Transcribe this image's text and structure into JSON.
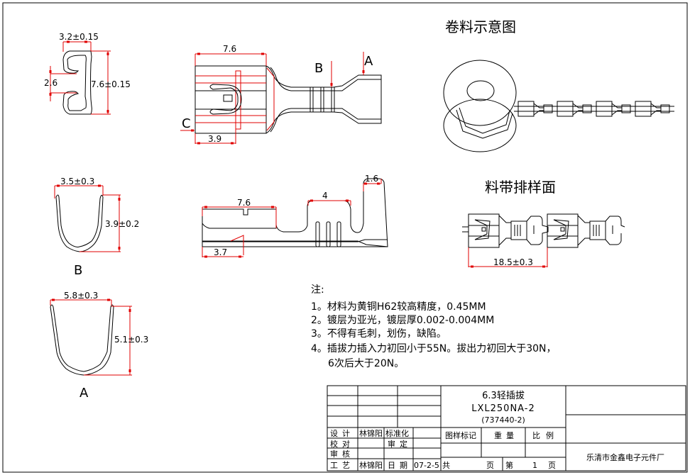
{
  "drawing": {
    "section_views": {
      "profile_c": {
        "width_dim": "3.2±0.15",
        "height_dim": "7.6±0.15",
        "gap_dim": "2.6"
      },
      "profile_b": {
        "width_dim": "3.5±0.3",
        "height_dim": "3.9±0.2",
        "label": "B"
      },
      "profile_a": {
        "width_dim": "5.8±0.3",
        "height_dim": "5.1±0.3",
        "label": "A"
      }
    },
    "top_view": {
      "length_dim": "7.6",
      "offset_dim": "3.9",
      "label_a": "A",
      "label_b": "B",
      "label_c": "C"
    },
    "side_view": {
      "length_dim": "7.6",
      "crimp_dim": "4",
      "tab_dim": "1.6",
      "offset_dim": "3.7"
    },
    "reel_view": {
      "title": "卷料示意图"
    },
    "strip_view": {
      "title": "料带排样面",
      "pitch_dim": "18.5±0.3"
    }
  },
  "notes": {
    "heading": "注:",
    "items": [
      "1。材料为黄铜H62较高精度，0.45MM",
      "2。镀层为亚光，镀层厚0.002-0.004MM",
      "3。不得有毛刺，划伤，缺陷。",
      "4。插拔力插入力初回小于55N。拔出力初回大于30N，",
      "6次后大于20N。"
    ]
  },
  "title_block": {
    "product_name": "6.3轻插拔",
    "part_number": "LXL250NA-2",
    "ref_number": "(737440-2)",
    "headers": {
      "drawing_mark": "图样标记",
      "weight": "重量",
      "scale": "比例"
    },
    "roles": {
      "design": "设计",
      "design_name": "林锦阳",
      "standardize": "标准化",
      "check": "校对",
      "review": "审定",
      "audit": "审核",
      "process": "工艺",
      "process_name": "林锦阳",
      "date_label": "日期",
      "date": "07-2-5"
    },
    "sheets": {
      "total_label": "共",
      "total_unit": "页",
      "sheet_label": "第",
      "sheet_value": "1",
      "sheet_unit": "页"
    },
    "company": "乐清市金鑫电子元件厂"
  }
}
